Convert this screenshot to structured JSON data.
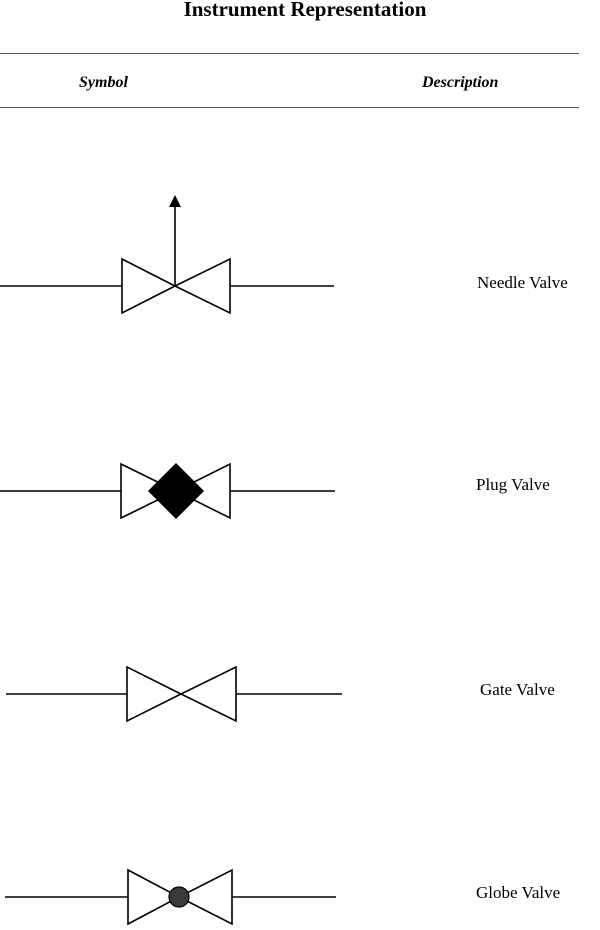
{
  "title": "Instrument Representation",
  "columns": {
    "symbol": "Symbol",
    "description": "Description"
  },
  "valves": [
    {
      "description": "Needle Valve",
      "symbol": "needle-valve-icon"
    },
    {
      "description": "Plug Valve",
      "symbol": "plug-valve-icon"
    },
    {
      "description": "Gate Valve",
      "symbol": "gate-valve-icon"
    },
    {
      "description": "Globe Valve",
      "symbol": "globe-valve-icon"
    }
  ],
  "colors": {
    "line": "#000000",
    "plug_fill": "#000000",
    "globe_fill": "#3a3a3a"
  }
}
